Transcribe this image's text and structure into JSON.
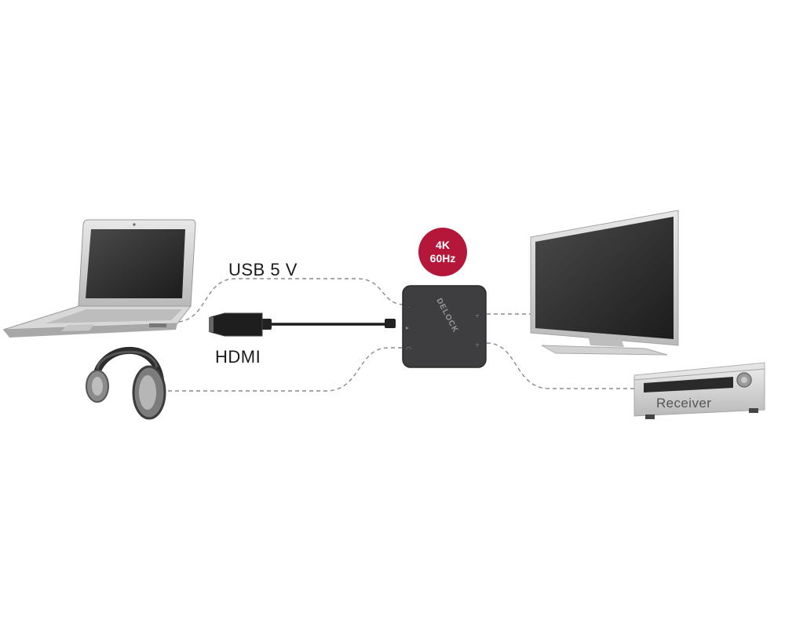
{
  "labels": {
    "usb": "USB 5 V",
    "hdmi": "HDMI",
    "receiver": "Receiver"
  },
  "badge": {
    "line1": "4K",
    "line2": "60Hz",
    "color": "#b5173b"
  },
  "device": {
    "brand": "DELOCK",
    "color": "#3e3e40"
  },
  "colors": {
    "connection_line": "#8a8a8a",
    "cable": "#1c1c1c",
    "hardware_body": "#c9c9c9"
  }
}
